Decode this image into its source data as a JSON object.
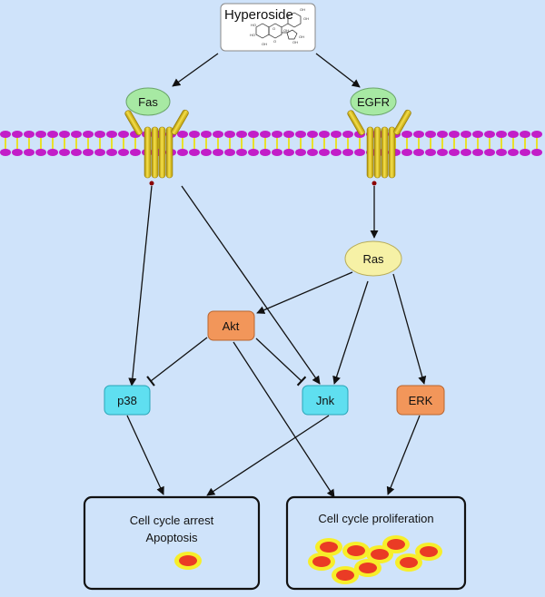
{
  "compound": {
    "name": "Hyperoside",
    "struct_labels": [
      "HO",
      "OH",
      "OH",
      "OH",
      "OH",
      "OH",
      "O",
      "O",
      "HO",
      "OH"
    ]
  },
  "receptors": {
    "fas": "Fas",
    "egfr": "EGFR"
  },
  "nodes": {
    "ras": "Ras",
    "akt": "Akt",
    "p38": "p38",
    "jnk": "Jnk",
    "erk": "ERK"
  },
  "outcomes": {
    "arrest": {
      "line1": "Cell cycle arrest",
      "line2": "Apoptosis"
    },
    "proliferation": {
      "line1": "Cell cycle proliferation"
    }
  },
  "colors": {
    "background": "#cfe3fa",
    "membrane_head": "#c21ec8",
    "membrane_tail": "#e8e02a",
    "receptor": "#e2c512",
    "ligand_green": "#a7e9a3",
    "ras_fill": "#f6f1a6",
    "akt_erk_fill": "#f2965a",
    "p38_jnk_fill": "#5fdff0",
    "cell_outer": "#f7ee2a",
    "cell_inner": "#ea3b25"
  },
  "icons": [
    "molecule-structure-icon",
    "receptor-icon",
    "cell-icon"
  ]
}
